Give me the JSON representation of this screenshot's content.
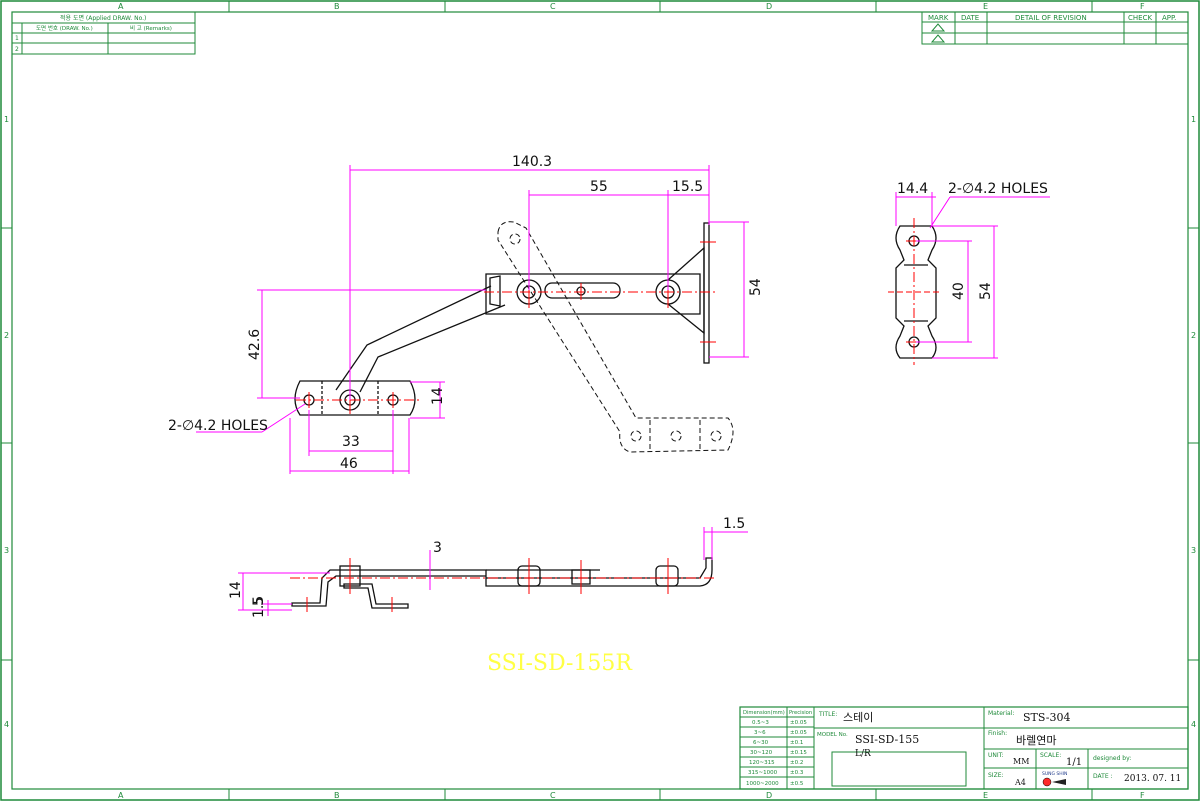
{
  "frame": {
    "zones_top": [
      "A",
      "B",
      "C",
      "D",
      "E",
      "F"
    ],
    "zones_bottom": [
      "A",
      "B",
      "C",
      "D",
      "E",
      "F"
    ],
    "zones_left": [
      "1",
      "2",
      "3",
      "4"
    ],
    "zones_right": [
      "1",
      "2",
      "3",
      "4"
    ]
  },
  "applied_table": {
    "title": "적용 도면 (Applied DRAW. No.)",
    "col1": "도면 번호 (DRAW. No.)",
    "col2": "비 고 (Remarks)",
    "rows": [
      "1",
      "2"
    ]
  },
  "revision_table": {
    "headers": [
      "MARK",
      "DATE",
      "DETAIL OF REVISION",
      "CHECK",
      "APP."
    ]
  },
  "dimensions": {
    "d140_3": "140.3",
    "d55": "55",
    "d15_5": "15.5",
    "d54_main": "54",
    "d42_6": "42.6",
    "d14_base": "14",
    "holes_left": "2-∅4.2 HOLES",
    "d33": "33",
    "d46": "46",
    "d14_4": "14.4",
    "holes_right": "2-∅4.2 HOLES",
    "d40": "40",
    "d54_side": "54",
    "d3": "3",
    "d1_5": "1.5",
    "d14_side": "14",
    "d1_5b": "1.5",
    "d5": "5"
  },
  "part_label": "SSI-SD-155R",
  "title_block": {
    "tolerance_headers": [
      "Dimension(mm)",
      "Precision"
    ],
    "tolerances": [
      [
        "0.5~3",
        "±0.05"
      ],
      [
        "3~6",
        "±0.05"
      ],
      [
        "6~30",
        "±0.1"
      ],
      [
        "30~120",
        "±0.15"
      ],
      [
        "120~315",
        "±0.2"
      ],
      [
        "315~1000",
        "±0.3"
      ],
      [
        "1000~2000",
        "±0.5"
      ]
    ],
    "title_label": "TITLE:",
    "title_value": "스테이",
    "model_label": "MODEL No.",
    "model_value": "SSI-SD-155",
    "model_sub": "L/R",
    "material_label": "Material:",
    "material_value": "STS-304",
    "finish_label": "Finish:",
    "finish_value": "바렐연마",
    "unit_label": "UNIT:",
    "unit_value": "MM",
    "scale_label": "SCALE:",
    "scale_value": "1/1",
    "designed_label": "designed by:",
    "size_label": "SIZE:",
    "size_value": "A4",
    "date_label": "DATE :",
    "date_value": "2013. 07. 11",
    "logo_text": "SUNG SHIN"
  }
}
